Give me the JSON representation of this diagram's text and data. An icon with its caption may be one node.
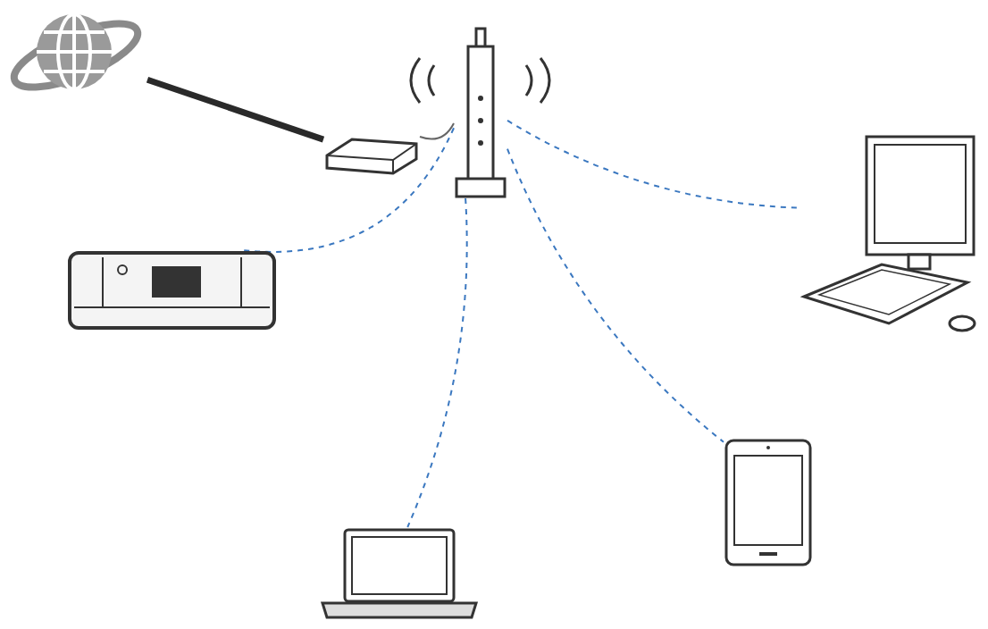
{
  "diagram": {
    "nodes": [
      {
        "text": [],
        "shape": "globe"
      },
      {
        "text": [],
        "shape": "modem"
      },
      {
        "text": [],
        "shape": "router"
      },
      {
        "text": [],
        "shape": "printer"
      },
      {
        "text": [],
        "shape": "laptop"
      },
      {
        "text": [],
        "shape": "tablet"
      },
      {
        "text": [],
        "shape": "computer"
      }
    ],
    "edges": [
      {
        "from": 0,
        "to": 1,
        "arrow": "none",
        "style": "thick",
        "color": "#2a2a2a"
      },
      {
        "from": 1,
        "to": 2,
        "arrow": "none",
        "color": "#666666"
      },
      {
        "from": 2,
        "to": 3,
        "arrow": "none",
        "style": "dashed"
      },
      {
        "from": 2,
        "to": 4,
        "arrow": "none",
        "style": "dashed"
      },
      {
        "from": 2,
        "to": 5,
        "arrow": "none",
        "style": "dashed"
      },
      {
        "from": 2,
        "to": 6,
        "arrow": "none",
        "style": "dashed"
      }
    ]
  }
}
